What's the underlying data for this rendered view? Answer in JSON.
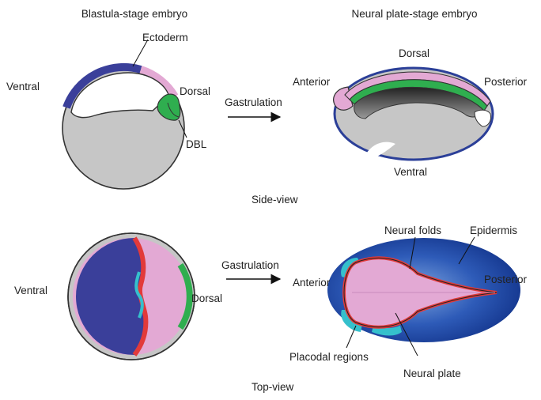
{
  "titles": {
    "blastula": "Blastula-stage embryo",
    "neural_plate": "Neural plate-stage embryo"
  },
  "side_view": {
    "caption": "Side-view",
    "arrow_label": "Gastrulation",
    "blastula": {
      "ectoderm": "Ectoderm",
      "ventral": "Ventral",
      "dorsal": "Dorsal",
      "dbl": "DBL"
    },
    "neural": {
      "anterior": "Anterior",
      "dorsal": "Dorsal",
      "posterior": "Posterior",
      "ventral": "Ventral"
    }
  },
  "top_view": {
    "caption": "Top-view",
    "arrow_label": "Gastrulation",
    "blastula": {
      "ventral": "Ventral",
      "dorsal": "Dorsal"
    },
    "neural": {
      "neural_folds": "Neural folds",
      "epidermis": "Epidermis",
      "anterior": "Anterior",
      "posterior": "Posterior",
      "placodal_regions": "Placodal regions",
      "neural_plate": "Neural plate"
    }
  },
  "colors": {
    "ectoderm_blue": "#3a3f9a",
    "dorsal_pink": "#e3a9d4",
    "mesoderm_green": "#2fae4f",
    "yolk_gray": "#c6c6c6",
    "fold_red": "#e23a3a",
    "placode_cyan": "#35c0cc",
    "epidermis_blue": "#1f4aa8"
  }
}
